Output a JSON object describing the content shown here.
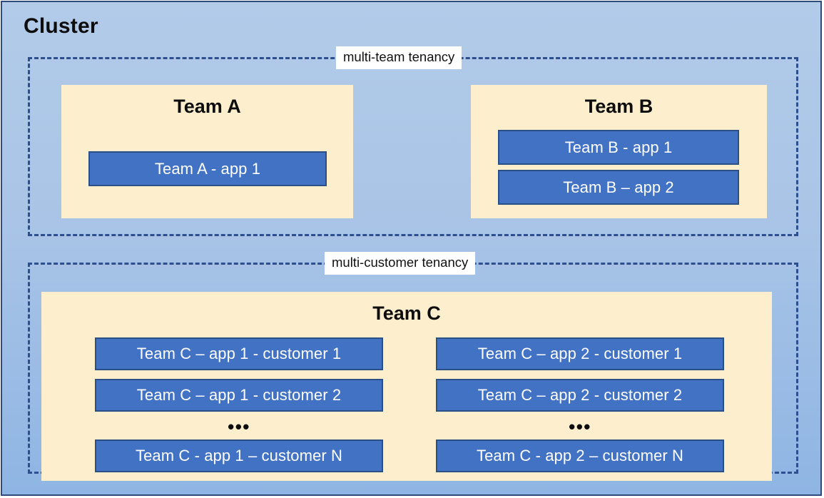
{
  "cluster": {
    "title": "Cluster",
    "background_top": "#b2cbe9",
    "background_bottom": "#8fb5e4",
    "border_color": "#2e4b7a"
  },
  "colors": {
    "dashed_zone_border": "#2d4f8f",
    "team_panel_fill": "#fdeecd",
    "app_box_fill": "#4272c4",
    "app_box_border": "#2c4f86",
    "app_box_text": "#ffffff",
    "label_background": "#ffffff",
    "text_dark": "#0d0d0d"
  },
  "zones": [
    {
      "id": "multi-team",
      "label": "multi-team tenancy",
      "teams": [
        {
          "id": "team-a",
          "title": "Team A",
          "apps": [
            {
              "id": "app-a1",
              "label": "Team A - app 1"
            }
          ]
        },
        {
          "id": "team-b",
          "title": "Team B",
          "apps": [
            {
              "id": "app-b1",
              "label": "Team B - app 1"
            },
            {
              "id": "app-b2",
              "label": "Team B – app 2"
            }
          ]
        }
      ]
    },
    {
      "id": "multi-customer",
      "label": "multi-customer tenancy",
      "teams": [
        {
          "id": "team-c",
          "title": "Team C",
          "columns": [
            {
              "id": "team-c-app1",
              "apps": [
                {
                  "id": "app-c1-1",
                  "label": "Team C – app 1 - customer 1"
                },
                {
                  "id": "app-c1-2",
                  "label": "Team C – app 1 - customer 2"
                },
                {
                  "id": "app-c1-n",
                  "label": "Team C - app 1 – customer N"
                }
              ],
              "ellipsis": "•••"
            },
            {
              "id": "team-c-app2",
              "apps": [
                {
                  "id": "app-c2-1",
                  "label": "Team C – app 2 - customer 1"
                },
                {
                  "id": "app-c2-2",
                  "label": "Team C – app 2 - customer 2"
                },
                {
                  "id": "app-c2-n",
                  "label": "Team C - app 2 – customer N"
                }
              ],
              "ellipsis": "•••"
            }
          ]
        }
      ]
    }
  ]
}
